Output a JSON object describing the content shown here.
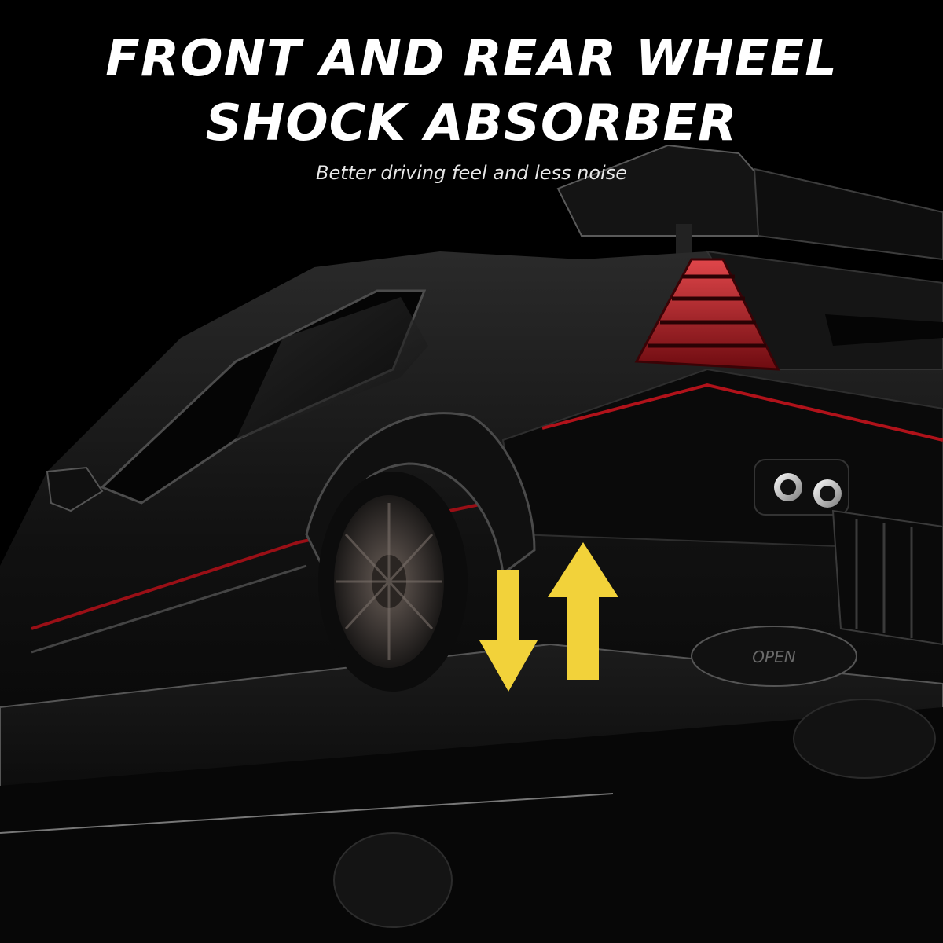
{
  "headline": {
    "line1": "FRONT AND REAR WHEEL",
    "line2": "SHOCK ABSORBER",
    "subtitle": "Better driving feel and less noise"
  },
  "product": {
    "open_badge": "OPEN"
  },
  "colors": {
    "background": "#000000",
    "body_paint": "#0b0b0b",
    "accent_stripe": "#b0121a",
    "arrow_yellow": "#f2d23a",
    "text": "#ffffff"
  },
  "icons": {
    "up_arrow": "arrow-up-icon",
    "down_arrow": "arrow-down-icon"
  }
}
